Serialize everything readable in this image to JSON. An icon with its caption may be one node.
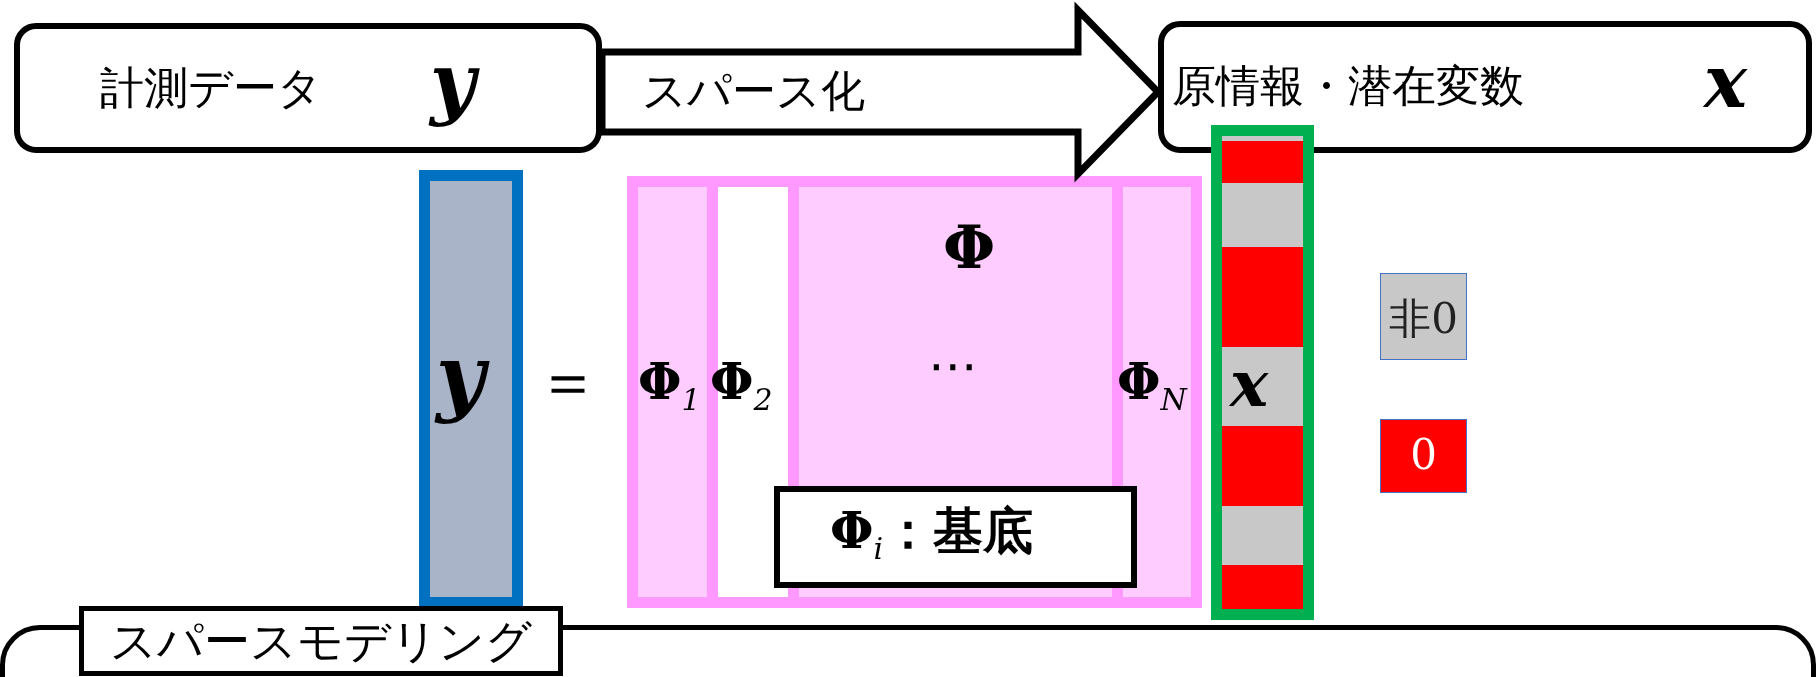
{
  "diagram": {
    "nodes": [
      {
        "text": [
          "計測データ",
          "y"
        ]
      },
      {
        "text": [
          "原情報・潜在変数",
          "x"
        ]
      },
      {
        "text": [
          "y"
        ]
      },
      {
        "text": [
          "Φ",
          "⋯"
        ]
      },
      {
        "text": [
          "Φ$_{1}$"
        ],
        "in": 3
      },
      {
        "text": [
          "Φ$_{2}$"
        ],
        "in": 3
      },
      {
        "text": [
          "Φ$_{N}$"
        ],
        "in": 3
      },
      {
        "text": [
          "Φ$_{i}$：基底"
        ],
        "in": 3
      },
      {
        "text": [
          "x"
        ]
      },
      {
        "text": [
          "スパースモデリング"
        ]
      }
    ],
    "edges": [
      {
        "from": 0,
        "to": 1,
        "arrow": "to",
        "label": "スパース化"
      }
    ],
    "labels": [
      "＝"
    ],
    "legend": [
      {
        "text": "非0",
        "color": "#c8c8c8"
      },
      {
        "text": "0",
        "color": "#ff0000"
      }
    ]
  }
}
